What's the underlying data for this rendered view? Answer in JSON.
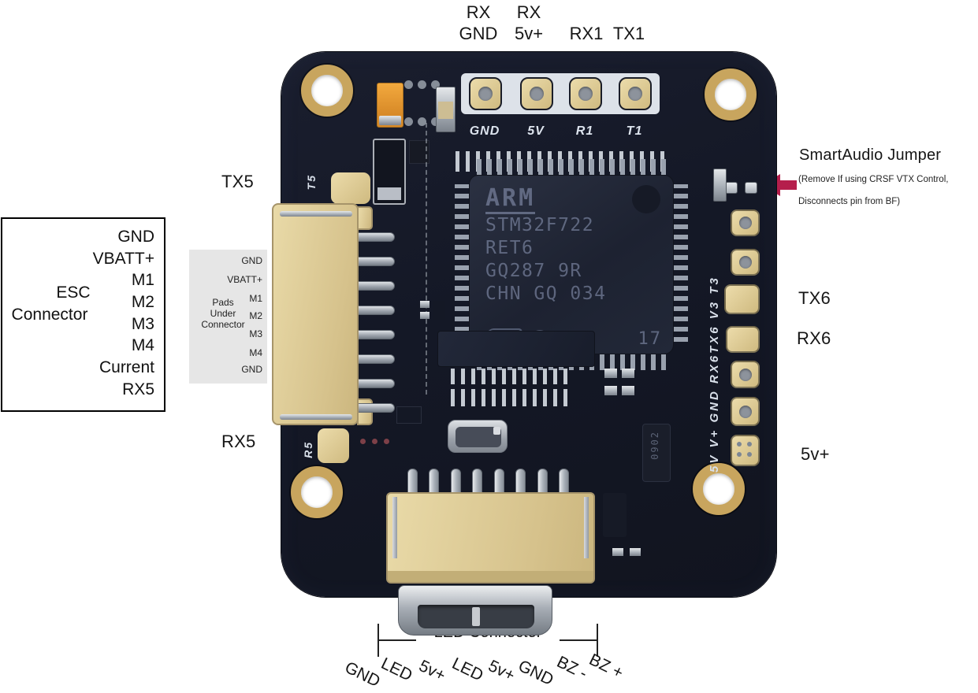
{
  "colors": {
    "arrow": "#b51e4c",
    "board": "#141826",
    "pad_gold": "#d9c490",
    "silkscreen": "#dfe6ee"
  },
  "top_connector": {
    "labels": [
      {
        "top": "RX",
        "bottom": "GND"
      },
      {
        "top": "RX",
        "bottom": "5v+"
      },
      {
        "top": "",
        "bottom": "RX1"
      },
      {
        "top": "",
        "bottom": "TX1"
      }
    ]
  },
  "left_labels": {
    "tx5": "TX5",
    "rx5": "RX5"
  },
  "right_labels": {
    "tx6": "TX6",
    "rx6": "RX6",
    "five_v_plus": "5v+"
  },
  "smartaudio": {
    "title": "SmartAudio Jumper",
    "note_line1": "(Remove If using CRSF VTX Control,",
    "note_line2": "Disconnects pin from BF)"
  },
  "esc_connector": {
    "title_line1": "ESC",
    "title_line2": "Connector",
    "pins": [
      "GND",
      "VBATT+",
      "M1",
      "M2",
      "M3",
      "M4",
      "Current",
      "RX5"
    ]
  },
  "pads_under_connector": {
    "title_line1": "Pads",
    "title_line2": "Under",
    "title_line3": "Connector",
    "pins": [
      "GND",
      "VBATT+",
      "M1",
      "M2",
      "M3",
      "M4",
      "GND"
    ]
  },
  "led_connector": {
    "title": "LED Connector",
    "pins": [
      "GND",
      "LED",
      "5v+",
      "LED",
      "5v+",
      "GND",
      "BZ -",
      "BZ +"
    ]
  },
  "board_silkscreen": {
    "top_pads": [
      "GND",
      "5V",
      "R1",
      "T1"
    ],
    "right_vertical": "5V V+ GND RX6TX6 V3 T3",
    "left_top": "T5",
    "left_bottom": "R5",
    "component_code": "0902"
  },
  "main_chip": {
    "brand": "ARM",
    "line2": "STM32F722",
    "line3": "RET6",
    "line4": "GQ287 9R",
    "line5": "CHN GQ 034",
    "year_code": "17"
  }
}
